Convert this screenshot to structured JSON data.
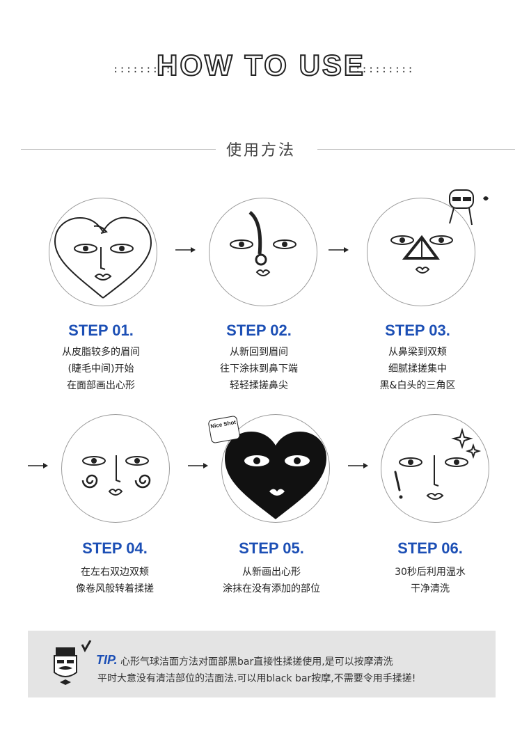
{
  "header": {
    "title": "HOW TO USE",
    "dots_left": ":::::::::",
    "dots_right": ":::::::::",
    "subtitle": "使用方法"
  },
  "steps": [
    {
      "label": "STEP 01.",
      "lines": [
        "从皮脂较多的眉间",
        "(睫毛中间)开始",
        "在面部画出心形"
      ]
    },
    {
      "label": "STEP 02.",
      "lines": [
        "从新回到眉间",
        "往下涂抹到鼻下端",
        "轻轻揉搓鼻尖"
      ]
    },
    {
      "label": "STEP 03.",
      "lines": [
        "从鼻梁到双颊",
        "细腻揉搓集中",
        "黑&白头的三角区"
      ]
    },
    {
      "label": "STEP 04.",
      "lines": [
        "在左右双边双颊",
        "像卷风般转着揉搓"
      ]
    },
    {
      "label": "STEP 05.",
      "lines": [
        "从新画出心形",
        "涂抹在没有添加的部位"
      ]
    },
    {
      "label": "STEP 06.",
      "lines": [
        "30秒后利用温水",
        "干净清洗"
      ]
    }
  ],
  "sticker": "Nice Shot",
  "tip": {
    "label": "TIP.",
    "line1": "心形气球洁面方法对面部黑bar直接性揉搓使用,是可以按摩清洗",
    "line2": "平时大意没有清洁部位的洁面法.可以用black bar按摩,不需要令用手揉搓!"
  },
  "colors": {
    "accent": "#1c4fb5",
    "ink": "#222222",
    "circle_border": "#9a9a9a"
  }
}
